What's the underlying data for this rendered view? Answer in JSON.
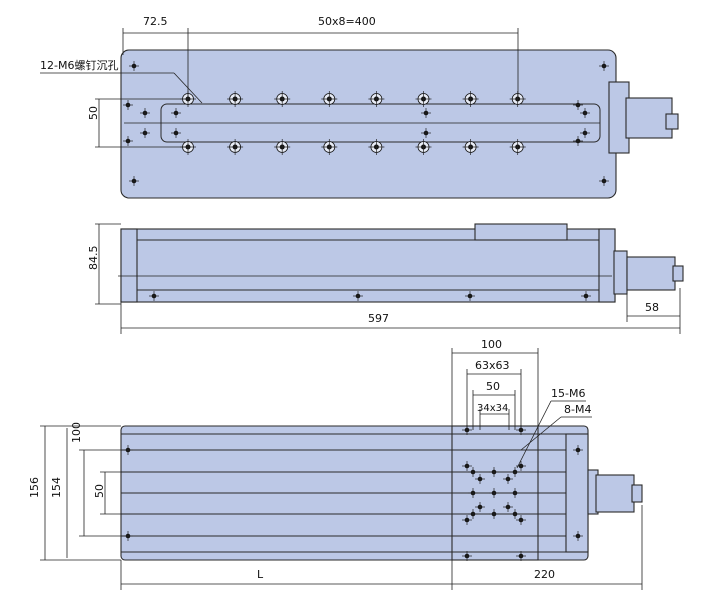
{
  "top_view": {
    "dim_72_5": "72.5",
    "dim_pitch": "50x8=400",
    "dim_50": "50",
    "callout_screw": "12-M6螺钉沉孔"
  },
  "side_view": {
    "dim_84_5": "84.5",
    "dim_58": "58",
    "dim_597": "597"
  },
  "bottom_view": {
    "dim_100": "100",
    "dim_63x63": "63x63",
    "dim_50_top": "50",
    "dim_34x34": "34x34",
    "callout_m6": "15-M6",
    "callout_m4": "8-M4",
    "dim_156": "156",
    "dim_154": "154",
    "dim_100_vert": "100",
    "dim_50_vert": "50",
    "dim_L": "L",
    "dim_220": "220"
  },
  "colors": {
    "body": "#bcc8e6",
    "outline": "#2a2a2a"
  }
}
